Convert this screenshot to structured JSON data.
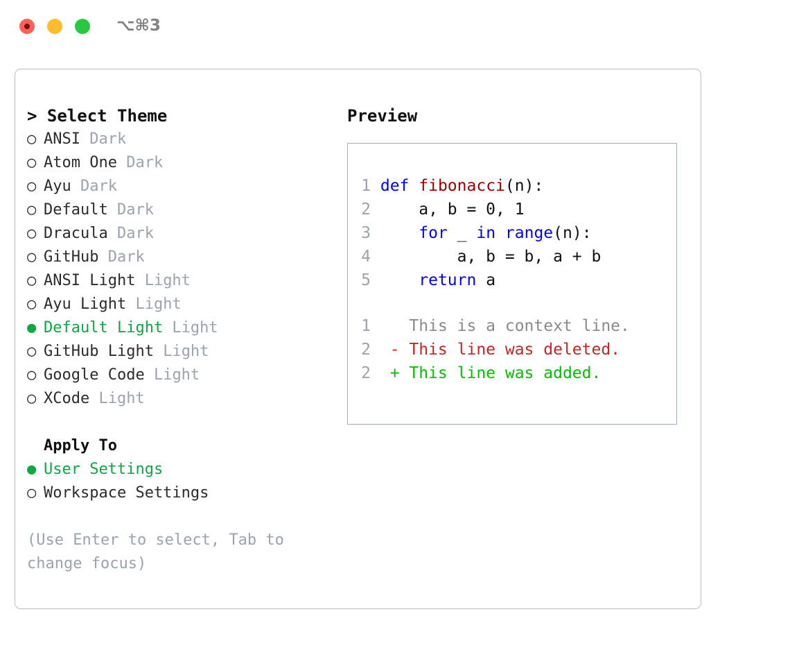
{
  "window": {
    "title": "⌥⌘3",
    "traffic_lights": [
      {
        "name": "close-button",
        "color": "#ff5f57"
      },
      {
        "name": "minimize-button",
        "color": "#febc2e"
      },
      {
        "name": "maximize-button",
        "color": "#28c840"
      }
    ]
  },
  "colors": {
    "accent_green": "#0aa843",
    "muted": "#9aa3b0",
    "text": "#2b2b2b",
    "border": "#b4bdc9",
    "keyword": "#0000ff",
    "function": "#a00000",
    "diff_add": "#00c000",
    "diff_del": "#cc2222",
    "diff_ctx": "#8a8a8a"
  },
  "theme_list": {
    "heading": "> Select Theme",
    "marker_selected": "●",
    "marker_unselected": "○",
    "items": [
      {
        "name": "ANSI",
        "tag": "Dark",
        "selected": false
      },
      {
        "name": "Atom One",
        "tag": "Dark",
        "selected": false
      },
      {
        "name": "Ayu",
        "tag": "Dark",
        "selected": false
      },
      {
        "name": "Default",
        "tag": "Dark",
        "selected": false
      },
      {
        "name": "Dracula",
        "tag": "Dark",
        "selected": false
      },
      {
        "name": "GitHub",
        "tag": "Dark",
        "selected": false
      },
      {
        "name": "ANSI Light",
        "tag": "Light",
        "selected": false
      },
      {
        "name": "Ayu Light",
        "tag": "Light",
        "selected": false
      },
      {
        "name": "Default Light",
        "tag": "Light",
        "selected": true
      },
      {
        "name": "GitHub Light",
        "tag": "Light",
        "selected": false
      },
      {
        "name": "Google Code",
        "tag": "Light",
        "selected": false
      },
      {
        "name": "XCode",
        "tag": "Light",
        "selected": false
      }
    ]
  },
  "apply_to": {
    "heading": "Apply To",
    "items": [
      {
        "name": "User Settings",
        "selected": true
      },
      {
        "name": "Workspace Settings",
        "selected": false
      }
    ]
  },
  "hint": "(Use Enter to select, Tab to change focus)",
  "preview": {
    "heading": "Preview",
    "code_lines": [
      {
        "num": "1",
        "parts": [
          {
            "t": " ",
            "c": "pln"
          },
          {
            "t": "def",
            "c": "kw"
          },
          {
            "t": " ",
            "c": "pln"
          },
          {
            "t": "fibonacci",
            "c": "fn"
          },
          {
            "t": "(n):",
            "c": "pln"
          }
        ]
      },
      {
        "num": "2",
        "parts": [
          {
            "t": "     a, b = 0, 1",
            "c": "pln"
          }
        ]
      },
      {
        "num": "3",
        "parts": [
          {
            "t": "     ",
            "c": "pln"
          },
          {
            "t": "for",
            "c": "kw"
          },
          {
            "t": " _ ",
            "c": "pln"
          },
          {
            "t": "in",
            "c": "kw"
          },
          {
            "t": " ",
            "c": "pln"
          },
          {
            "t": "range",
            "c": "kw"
          },
          {
            "t": "(n):",
            "c": "pln"
          }
        ]
      },
      {
        "num": "4",
        "parts": [
          {
            "t": "         a, b = b, a + b",
            "c": "pln"
          }
        ]
      },
      {
        "num": "5",
        "parts": [
          {
            "t": "     ",
            "c": "pln"
          },
          {
            "t": "return",
            "c": "kw"
          },
          {
            "t": " a",
            "c": "pln"
          }
        ]
      }
    ],
    "diff_lines": [
      {
        "num": "1",
        "sign": "  ",
        "text": "This is a context line.",
        "kind": "d-ctx"
      },
      {
        "num": "2",
        "sign": "- ",
        "text": "This line was deleted.",
        "kind": "d-del"
      },
      {
        "num": "2",
        "sign": "+ ",
        "text": "This line was added.",
        "kind": "d-add"
      }
    ]
  }
}
